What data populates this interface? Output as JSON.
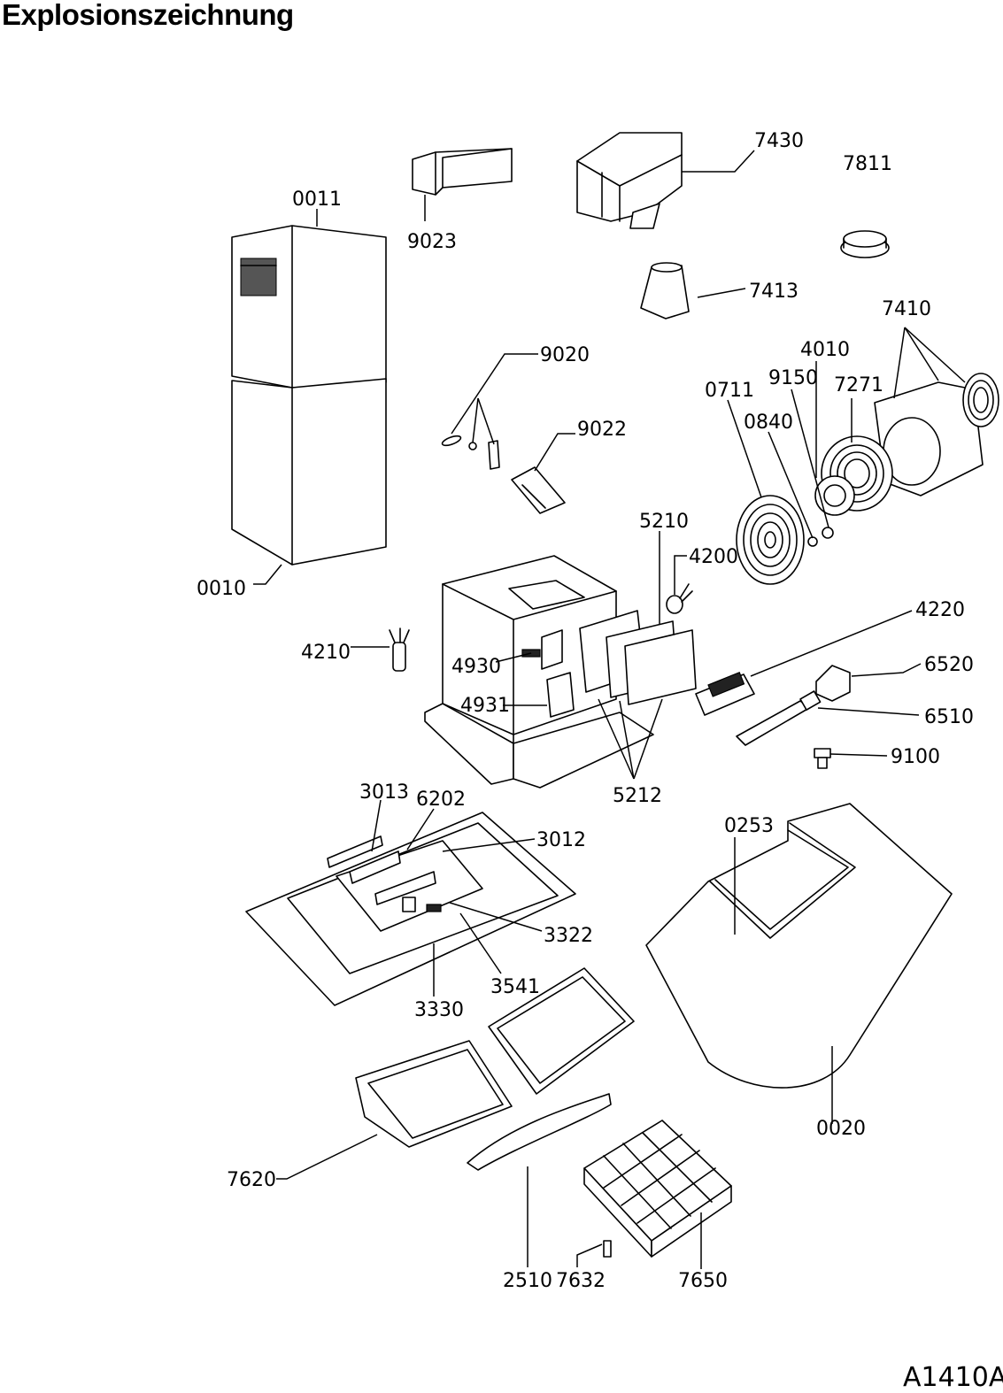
{
  "title": "Explosionszeichnung",
  "drawing_code": "A1410A",
  "part_labels": {
    "p0010": "0010",
    "p0011": "0011",
    "p0020": "0020",
    "p0253": "0253",
    "p0711": "0711",
    "p0840": "0840",
    "p2510": "2510",
    "p3012": "3012",
    "p3013": "3013",
    "p3322": "3322",
    "p3330": "3330",
    "p3541": "3541",
    "p4010": "4010",
    "p4200": "4200",
    "p4210": "4210",
    "p4220": "4220",
    "p4930": "4930",
    "p4931": "4931",
    "p5210": "5210",
    "p5212": "5212",
    "p6202": "6202",
    "p6510": "6510",
    "p6520": "6520",
    "p7271": "7271",
    "p7410": "7410",
    "p7413": "7413",
    "p7430": "7430",
    "p7620": "7620",
    "p7632": "7632",
    "p7650": "7650",
    "p7811": "7811",
    "p9020": "9020",
    "p9022": "9022",
    "p9023": "9023",
    "p9100": "9100",
    "p9150": "9150"
  }
}
